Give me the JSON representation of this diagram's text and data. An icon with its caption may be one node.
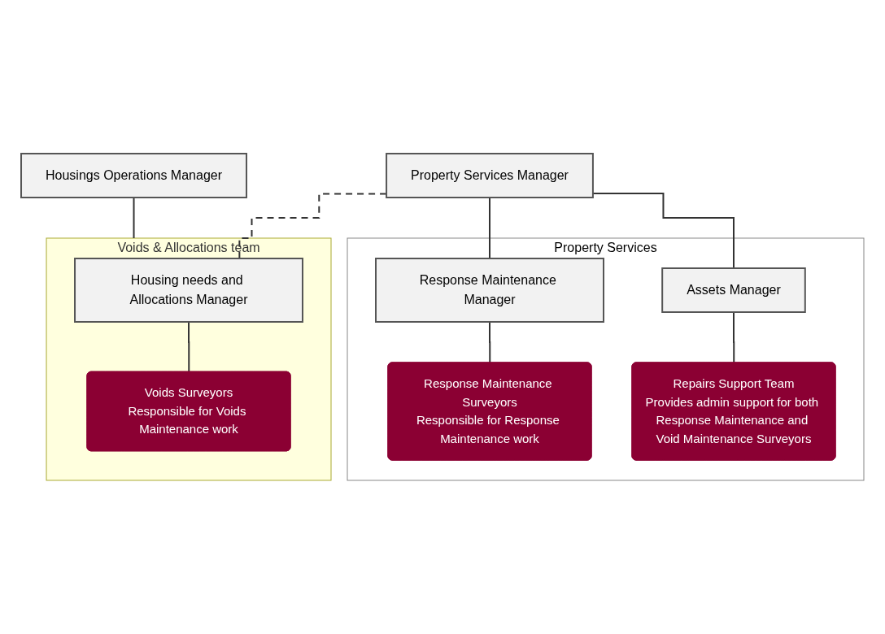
{
  "diagram": {
    "nodes": [
      {
        "text": [
          "Property Services Manager"
        ]
      },
      {
        "text": [
          "Housings Operations Manager"
        ]
      },
      {
        "text": [
          "Property Services"
        ]
      },
      {
        "text": [
          "Response Maintenance Manager"
        ],
        "in": 2
      },
      {
        "text": [
          "Assets Manager"
        ],
        "in": 2
      },
      {
        "text": [
          "Response Maintenance Surveyors",
          "Responsible for Response Maintenance work"
        ],
        "in": 2
      },
      {
        "text": [
          "Repairs Support Team",
          "Provides admin support for both Response Maintenance and Void Maintenance Surveyors"
        ],
        "in": 2
      },
      {
        "text": [
          "Voids & Allocations team"
        ]
      },
      {
        "text": [
          "Housing needs and Allocations Manager"
        ],
        "in": 7
      },
      {
        "text": [
          "Voids Surveyors",
          "Responsible for Voids Maintenance work"
        ],
        "in": 7
      }
    ],
    "edges": [
      {
        "from": 0,
        "to": 3,
        "arrow": "none"
      },
      {
        "from": 0,
        "to": 4,
        "arrow": "none"
      },
      {
        "from": 3,
        "to": 5,
        "arrow": "none"
      },
      {
        "from": 4,
        "to": 6,
        "arrow": "none"
      },
      {
        "from": 0,
        "to": 8,
        "arrow": "none",
        "style": "dashed"
      },
      {
        "from": 1,
        "to": 7,
        "arrow": "none"
      },
      {
        "from": 8,
        "to": 9,
        "arrow": "none"
      }
    ]
  }
}
